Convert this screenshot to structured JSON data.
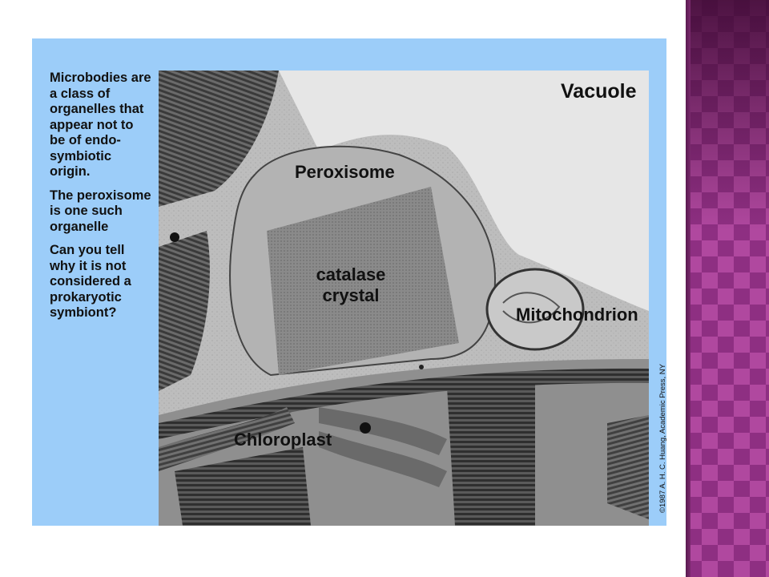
{
  "panel": {
    "text_blocks": [
      "Microbodies are a class of organelles that appear not to be of endo-symbiotic origin.",
      "The peroxisome is one such organelle",
      "Can you tell why it is not considered a prokaryotic symbiont?"
    ]
  },
  "micrograph": {
    "labels": {
      "vacuole": "Vacuole",
      "peroxisome": "Peroxisome",
      "catalase_line1": "catalase",
      "catalase_line2": "crystal",
      "mitochondrion": "Mitochondrion",
      "chloroplast": "Chloroplast"
    },
    "credit": "©1987 A. H. C. Huang, Academic Press, NY"
  },
  "colors": {
    "panel_bg": "#9ccdf9",
    "band_primary": "#b0489f",
    "band_secondary": "#8e2f82"
  }
}
